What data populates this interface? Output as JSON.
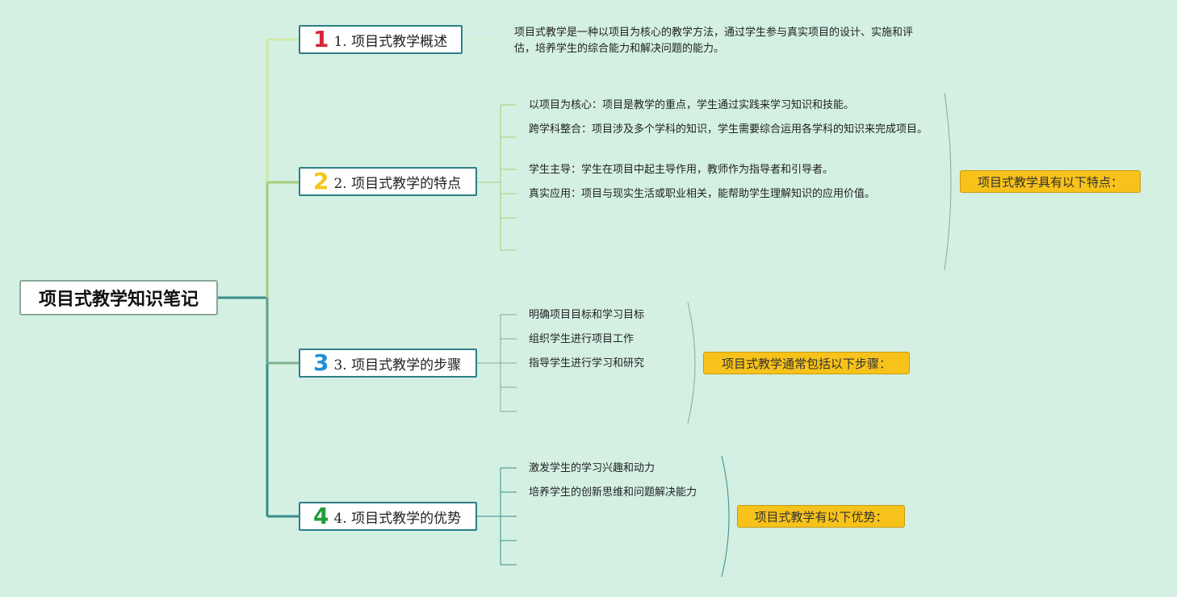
{
  "root": {
    "title": "项目式教学知识笔记"
  },
  "topics": [
    {
      "number": "1",
      "label": "1. 项目式教学概述",
      "color": "#d7263d",
      "notes": [
        "项目式教学是一种以项目为核心的教学方法，通过学生参与真实项目的设计、实施和评估，培养学生的综合能力和解决问题的能力。"
      ]
    },
    {
      "number": "2",
      "label": "2. 项目式教学的特点",
      "color": "#f5c518",
      "notes": [
        "以项目为核心：项目是教学的重点，学生通过实践来学习知识和技能。",
        "跨学科整合：项目涉及多个学科的知识，学生需要综合运用各学科的知识来完成项目。",
        "学生主导：学生在项目中起主导作用，教师作为指导者和引导者。",
        "真实应用：项目与现实生活或职业相关，能帮助学生理解知识的应用价值。"
      ],
      "summary": "项目式教学具有以下特点："
    },
    {
      "number": "3",
      "label": "3. 项目式教学的步骤",
      "color": "#1e90d6",
      "notes": [
        "明确项目目标和学习目标",
        "组织学生进行项目工作",
        "指导学生进行学习和研究"
      ],
      "summary": "项目式教学通常包括以下步骤："
    },
    {
      "number": "4",
      "label": "4. 项目式教学的优势",
      "color": "#1f9d3a",
      "notes": [
        "激发学生的学习兴趣和动力",
        "培养学生的创新思维和问题解决能力"
      ],
      "summary": "项目式教学有以下优势："
    }
  ],
  "colors": {
    "background": "#d3f0e3",
    "branch1": "#cfe8a8",
    "branch2": "#a8cc78",
    "branch3": "#7fb08f",
    "branch4": "#3a8b8b",
    "summary_fill": "#f7c21a"
  }
}
